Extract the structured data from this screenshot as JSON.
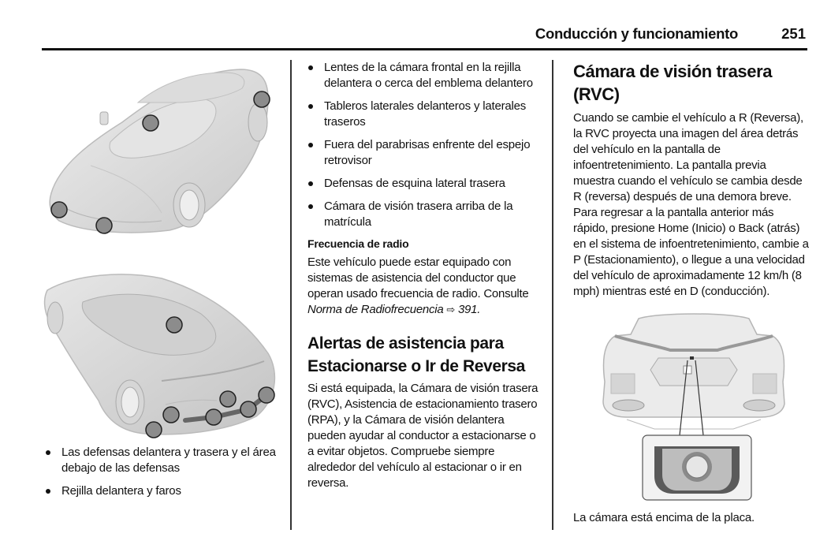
{
  "header": {
    "section_title": "Conducción y funcionamiento",
    "page_number": "251"
  },
  "column1": {
    "figure_front": {
      "description": "Vista frontal del vehículo con ubicaciones de sensores/cámaras",
      "marker_color": "#8c8c8c"
    },
    "figure_rear": {
      "description": "Vista trasera del vehículo con ubicaciones de sensores",
      "marker_color": "#8c8c8c"
    },
    "bullets": [
      "Las defensas delantera y trasera y el área debajo de las defensas",
      "Rejilla delantera y faros"
    ]
  },
  "column2": {
    "bullets": [
      "Lentes de la cámara frontal en la rejilla delantera o cerca del emblema delantero",
      "Tableros laterales delanteros y laterales traseros",
      "Fuera del parabrisas enfrente del espejo retrovisor",
      "Defensas de esquina lateral trasera",
      "Cámara de visión trasera arriba de la matrícula"
    ],
    "radio": {
      "heading": "Frecuencia de radio",
      "text": "Este vehículo puede estar equipado con sistemas de asistencia del conductor que operan usado frecuencia de radio. Consulte",
      "reference_italic": "Norma de Radiofrecuencia",
      "reference_arrow": "⇨",
      "reference_page": "391."
    },
    "alerts": {
      "heading": "Alertas de asistencia para Estacionarse o Ir de Reversa",
      "text": "Si está equipada, la Cámara de visión trasera (RVC), Asistencia de estacionamiento trasero (RPA), y la Cámara de visión delantera pueden ayudar al conductor a estacionarse o a evitar objetos. Compruebe siempre alrededor del vehículo al estacionar o ir en reversa."
    }
  },
  "column3": {
    "heading": "Cámara de visión trasera (RVC)",
    "text": "Cuando se cambie el vehículo a R (Reversa), la RVC proyecta una imagen del área detrás del vehículo en la pantalla de infoentretenimiento. La pantalla previa muestra cuando el vehículo se cambia desde R (reversa) después de una demora breve. Para regresar a la pantalla anterior más rápido, presione Home (Inicio) o Back (atrás) en el sistema de infoentretenimiento, cambie a P (Estacionamiento), o llegue a una velocidad del vehículo de aproximadamente 12 km/h (8 mph) mientras esté en D (conducción).",
    "figure": {
      "description": "Parte trasera del vehículo con detalle de la cámara sobre la placa"
    },
    "caption": "La cámara está encima de la placa."
  }
}
